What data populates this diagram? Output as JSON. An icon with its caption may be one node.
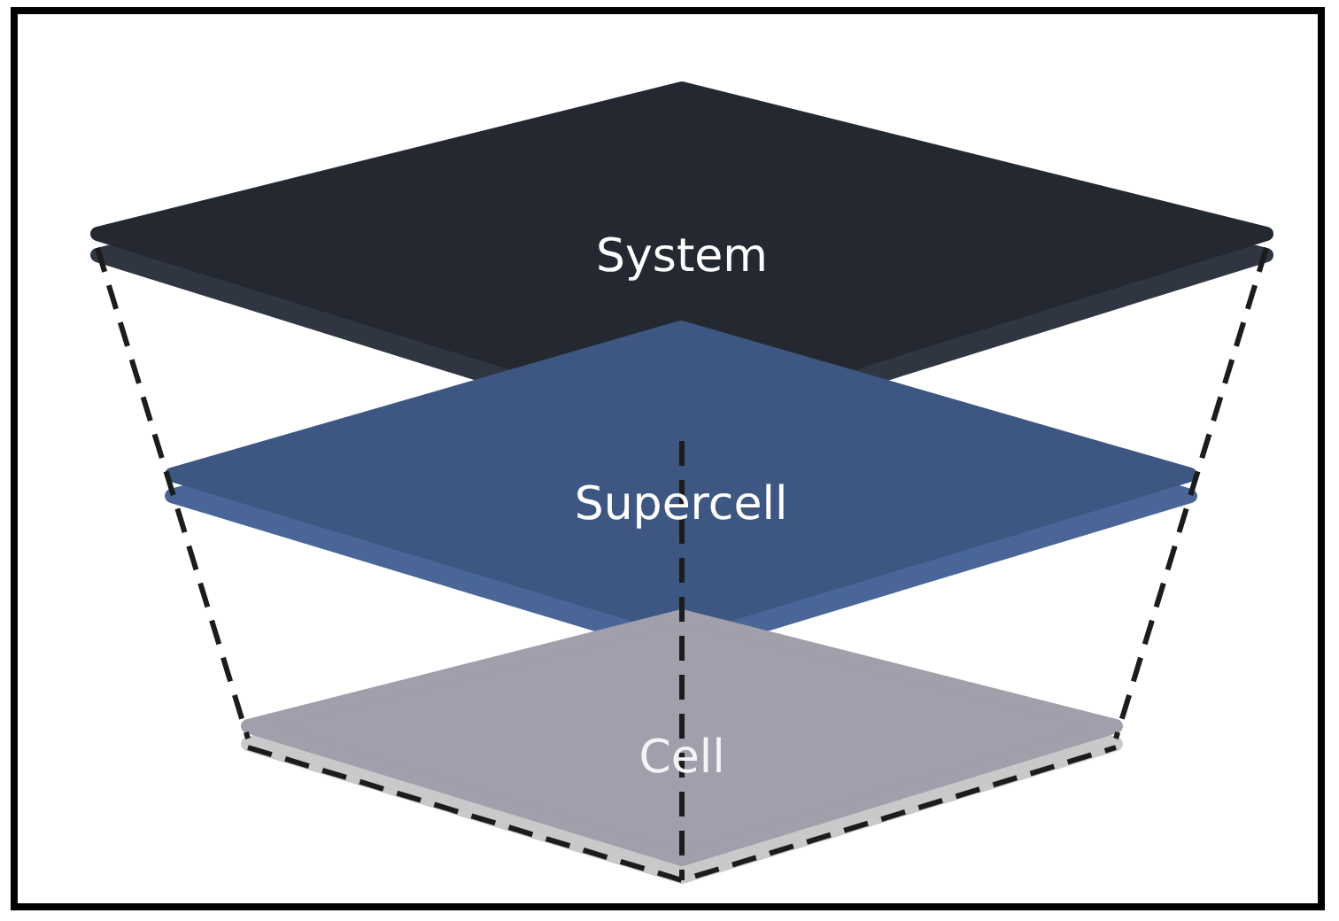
{
  "diagram": {
    "nodes": [
      {
        "text": [
          "System"
        ]
      },
      {
        "text": [
          "Supercell"
        ]
      },
      {
        "text": [
          "Cell"
        ]
      }
    ]
  }
}
